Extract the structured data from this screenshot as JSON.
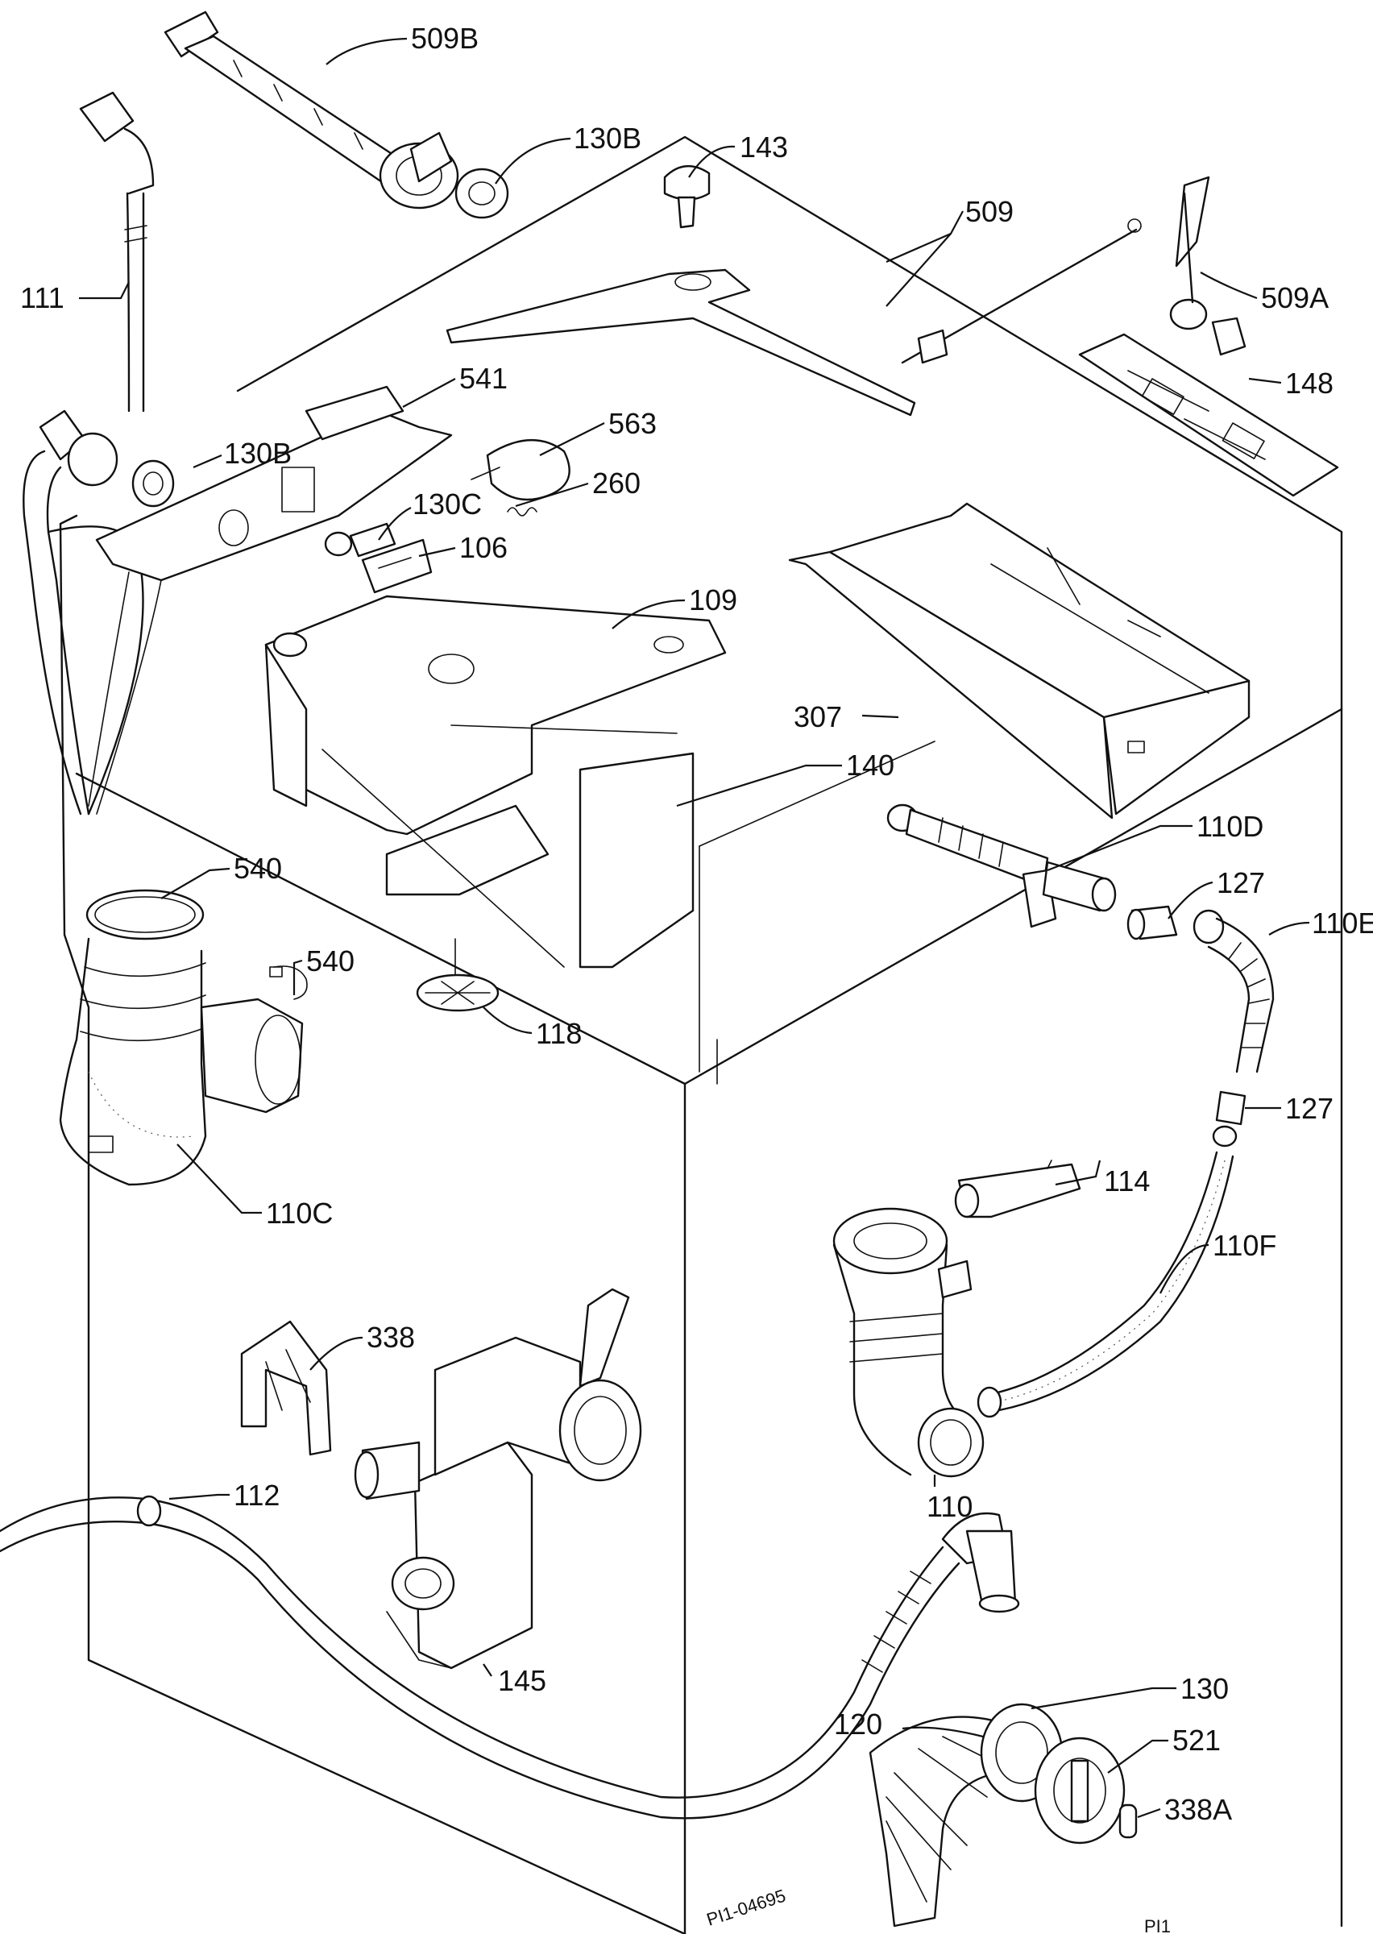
{
  "labels": {
    "l509b": "509B",
    "l130b_top": "130B",
    "l143": "143",
    "l509": "509",
    "l509a": "509A",
    "l111": "111",
    "l541": "541",
    "l148": "148",
    "l563": "563",
    "l130b_left": "130B",
    "l260": "260",
    "l130c": "130C",
    "l106": "106",
    "l109": "109",
    "l307": "307",
    "l140": "140",
    "l110d": "110D",
    "l540a": "540",
    "l127a": "127",
    "l110e": "110E",
    "l540b": "540",
    "l118": "118",
    "l127b": "127",
    "l110c": "110C",
    "l114": "114",
    "l110f": "110F",
    "l338": "338",
    "l112": "112",
    "l110": "110",
    "l145": "145",
    "l130": "130",
    "l120": "120",
    "l521": "521",
    "l338a": "338A",
    "drawing_no": "PI1-04695",
    "sheet": "PI1"
  }
}
